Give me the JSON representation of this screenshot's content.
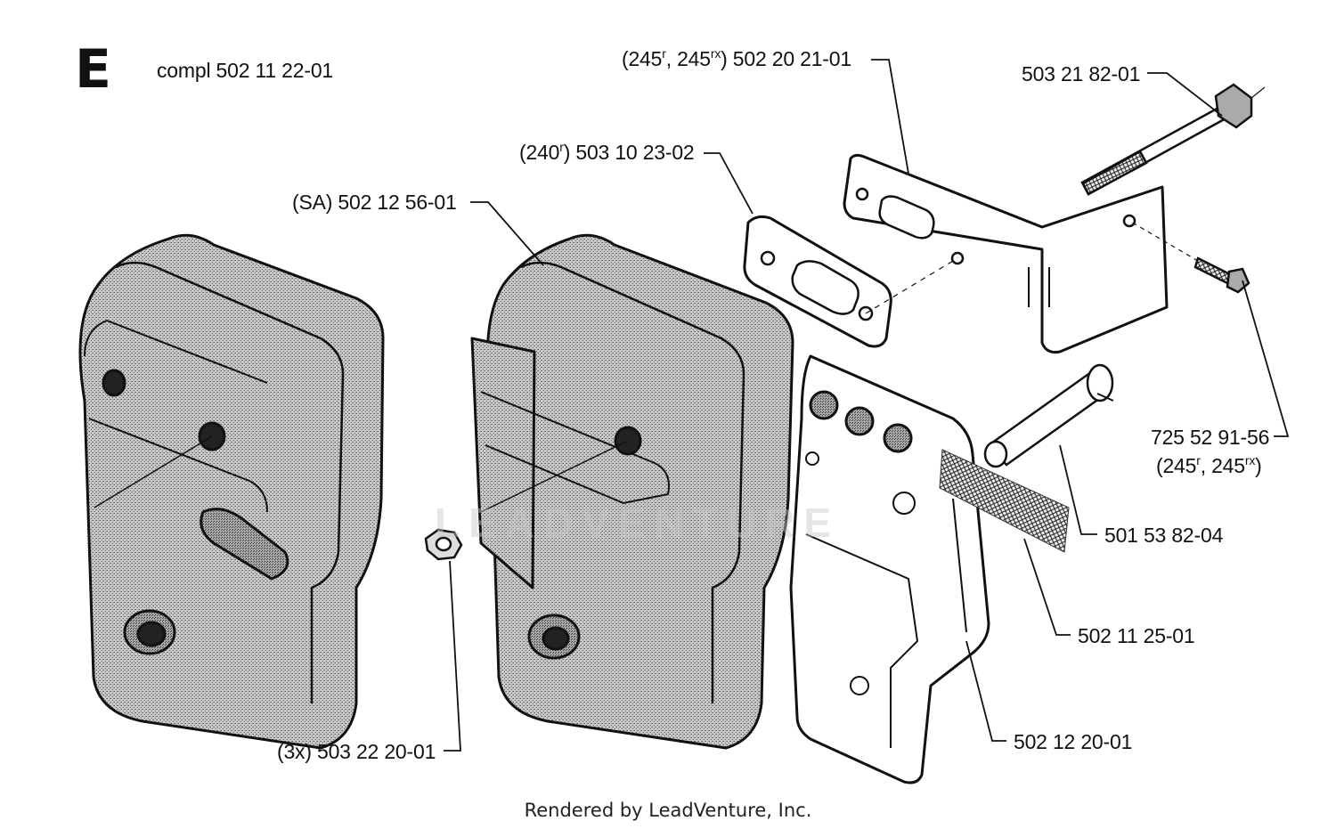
{
  "section_letter": "E",
  "assembly_label": "compl 502 11 22-01",
  "footer": "Rendered by LeadVenture, Inc.",
  "watermark": "LEADVENTURE",
  "parts": [
    {
      "id": "bracket",
      "prefix": "(245",
      "sup1": "r",
      "mid": ", 245",
      "sup2": "rx",
      "suffix": ") 502 20 21-01"
    },
    {
      "id": "bolt",
      "text": "503 21 82-01"
    },
    {
      "id": "gasket",
      "prefix": "(240",
      "sup1": "r",
      "suffix": ") 503 10 23-02"
    },
    {
      "id": "muffler",
      "text": "(SA) 502 12 56-01"
    },
    {
      "id": "screw",
      "text": "725 52 91-56",
      "line2_prefix": "(245",
      "line2_sup1": "r",
      "line2_mid": ", 245",
      "line2_sup2": "rx",
      "line2_suffix": ")"
    },
    {
      "id": "spacer",
      "text": "501 53 82-04"
    },
    {
      "id": "screen",
      "text": "502 11 25-01"
    },
    {
      "id": "cooling-plate",
      "text": "502 12 20-01"
    },
    {
      "id": "nut",
      "text": "(3x) 503 22 20-01"
    }
  ]
}
